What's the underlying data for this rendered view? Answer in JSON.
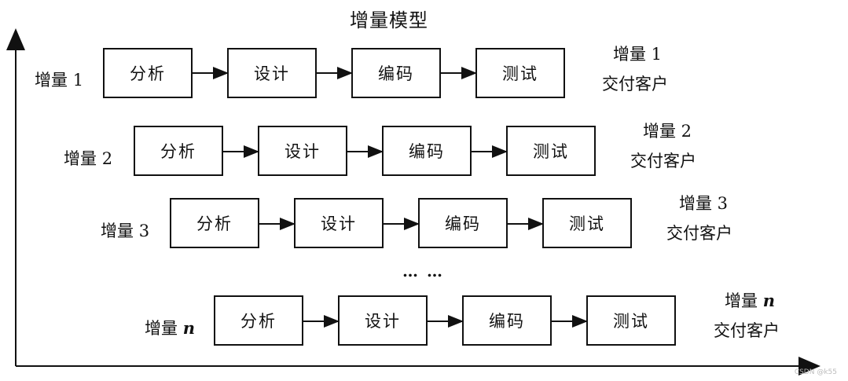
{
  "title": "增量模型",
  "increments": [
    {
      "label_prefix": "增量 ",
      "label_num": "1",
      "stages": [
        "分析",
        "设计",
        "编码",
        "测试"
      ],
      "delivery_line1": "增量 1",
      "delivery_line2": "交付客户"
    },
    {
      "label_prefix": "增量 ",
      "label_num": "2",
      "stages": [
        "分析",
        "设计",
        "编码",
        "测试"
      ],
      "delivery_line1": "增量 2",
      "delivery_line2": "交付客户"
    },
    {
      "label_prefix": "增量 ",
      "label_num": "3",
      "stages": [
        "分析",
        "设计",
        "编码",
        "测试"
      ],
      "delivery_line1": "增量 3",
      "delivery_line2": "交付客户"
    },
    {
      "label_prefix": "增量 ",
      "label_num": "n",
      "stages": [
        "分析",
        "设计",
        "编码",
        "测试"
      ],
      "delivery_line1_prefix": "增量 ",
      "delivery_line1_num": "n",
      "delivery_line2": "交付客户"
    }
  ],
  "ellipsis": "… …",
  "watermark": "CSDN @k55",
  "colors": {
    "ink": "#111111",
    "background": "#ffffff"
  }
}
